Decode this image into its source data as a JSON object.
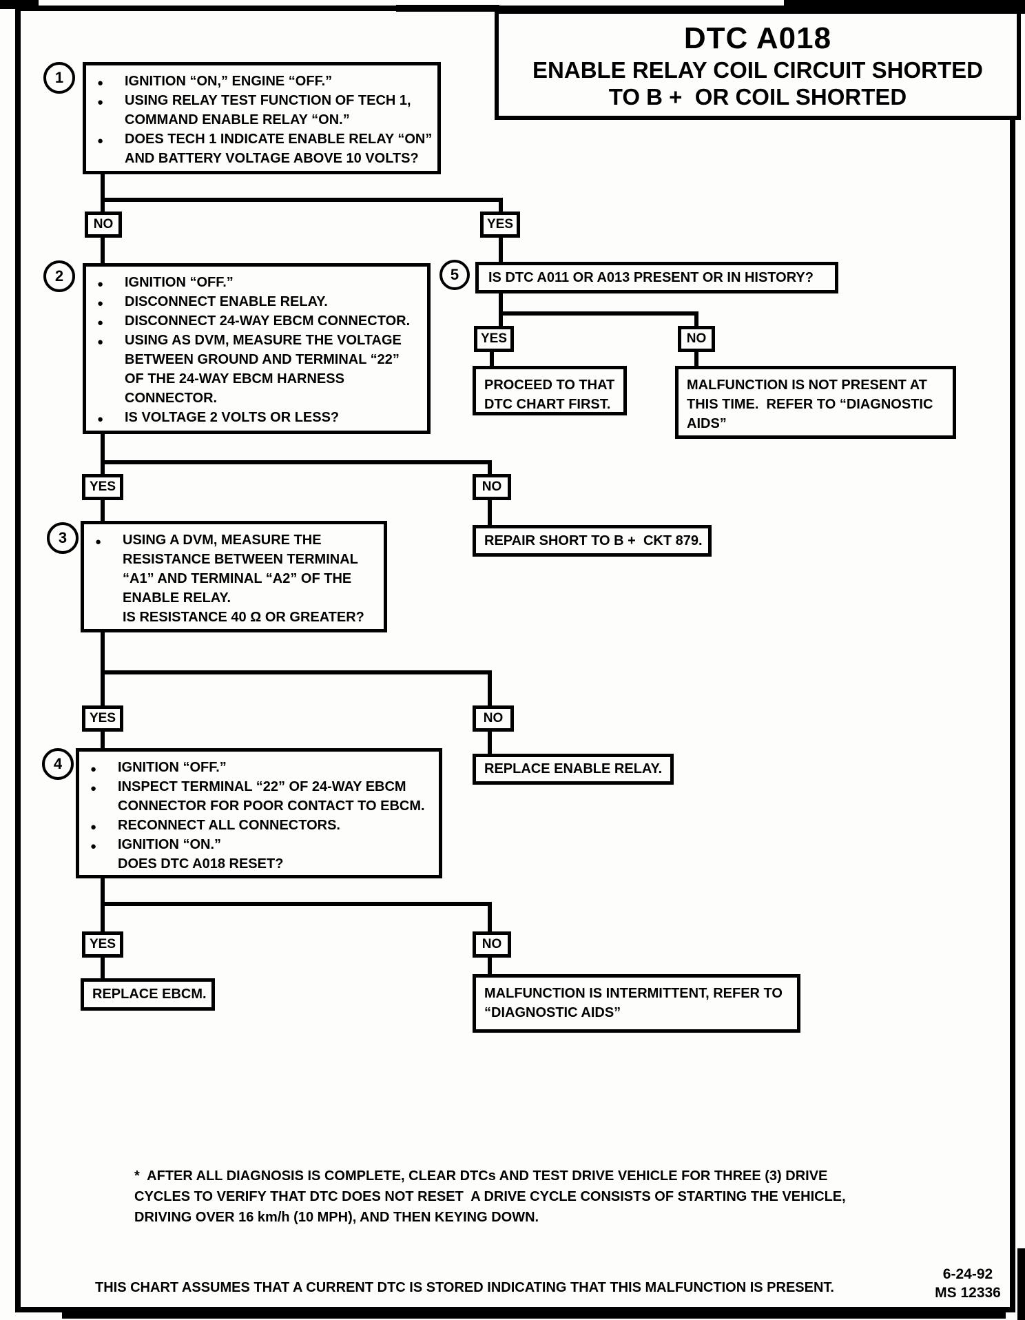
{
  "title": {
    "line1": "DTC A018",
    "line2": "ENABLE RELAY COIL CIRCUIT SHORTED",
    "line3": "TO B +  OR COIL SHORTED"
  },
  "labels": {
    "yes": "YES",
    "no": "NO"
  },
  "steps": {
    "s1": {
      "num": "1",
      "lines": [
        "IGNITION “ON,” ENGINE “OFF.”",
        "USING RELAY TEST FUNCTION OF TECH 1,",
        "COMMAND ENABLE RELAY “ON.”",
        "DOES TECH 1 INDICATE ENABLE RELAY “ON”",
        "AND BATTERY VOLTAGE ABOVE 10 VOLTS?"
      ]
    },
    "s2": {
      "num": "2",
      "lines": [
        "IGNITION “OFF.”",
        "DISCONNECT ENABLE RELAY.",
        "DISCONNECT 24-WAY EBCM CONNECTOR.",
        "USING AS DVM, MEASURE THE VOLTAGE",
        "BETWEEN GROUND AND TERMINAL “22”",
        "OF THE 24-WAY EBCM HARNESS",
        "CONNECTOR.",
        "IS VOLTAGE 2 VOLTS OR LESS?"
      ]
    },
    "s5": {
      "num": "5",
      "question": "IS DTC A011 OR A013 PRESENT OR IN HISTORY?"
    },
    "s3": {
      "num": "3",
      "lines": [
        "USING A DVM, MEASURE THE",
        "RESISTANCE BETWEEN TERMINAL",
        "“A1” AND TERMINAL “A2” OF THE",
        "ENABLE RELAY.",
        "IS RESISTANCE 40 Ω OR GREATER?"
      ]
    },
    "s4": {
      "num": "4",
      "lines": [
        "IGNITION “OFF.”",
        "INSPECT TERMINAL “22” OF 24-WAY EBCM",
        "CONNECTOR FOR POOR CONTACT TO EBCM.",
        "RECONNECT ALL CONNECTORS.",
        "IGNITION “ON.”",
        "DOES DTC A018 RESET?"
      ]
    }
  },
  "results": {
    "proceed": {
      "line1": "PROCEED TO THAT",
      "line2": "DTC CHART FIRST."
    },
    "not_present": {
      "line1": "MALFUNCTION IS NOT PRESENT AT",
      "line2": "THIS TIME.  REFER TO “DIAGNOSTIC",
      "line3": "AIDS”"
    },
    "repair_short": "REPAIR SHORT TO B +  CKT 879.",
    "replace_relay": "REPLACE ENABLE RELAY.",
    "replace_ebcm": "REPLACE EBCM.",
    "intermittent": {
      "line1": "MALFUNCTION IS INTERMITTENT, REFER TO",
      "line2": "“DIAGNOSTIC AIDS”"
    }
  },
  "footnote": {
    "line1": "*  AFTER ALL DIAGNOSIS IS COMPLETE, CLEAR DTCs AND TEST DRIVE VEHICLE FOR THREE (3) DRIVE",
    "line2": "CYCLES TO VERIFY THAT DTC DOES NOT RESET  A DRIVE CYCLE CONSISTS OF STARTING THE VEHICLE,",
    "line3": "DRIVING OVER 16 km/h (10 MPH), AND THEN KEYING DOWN."
  },
  "footer": {
    "assumption": "THIS CHART ASSUMES THAT A CURRENT DTC IS STORED INDICATING THAT THIS MALFUNCTION IS PRESENT.",
    "date": "6-24-92",
    "doc_number": "MS 12336"
  }
}
